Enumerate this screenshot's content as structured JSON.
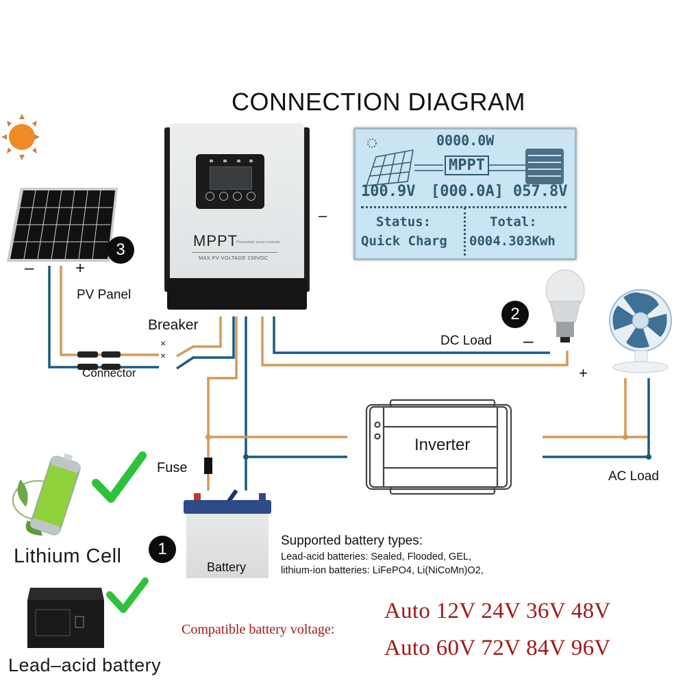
{
  "title": "CONNECTION DIAGRAM",
  "controller": {
    "brand": "MPPT",
    "subtitle": "Photovoltaic power controller",
    "max_voltage": "MAX PV VOLTAGE 230VDC"
  },
  "lcd": {
    "power": "0000.0W",
    "center": "MPPT",
    "pv_voltage": "100.9V",
    "current": "[000.0A]",
    "battery_voltage": "057.8V",
    "status_label": "Status:",
    "status_value": "Quick Charg",
    "total_label": "Total:",
    "total_value": "0004.303Kwh"
  },
  "components": {
    "pv_panel": "PV Panel",
    "breaker": "Breaker",
    "connector": "Connector",
    "dc_load": "DC Load",
    "inverter": "Inverter",
    "ac_load": "AC Load",
    "fuse": "Fuse",
    "battery": "Battery"
  },
  "polarity": {
    "minus": "–",
    "plus": "+"
  },
  "badges": [
    "1",
    "2",
    "3"
  ],
  "battery_types": {
    "lithium": "Lithium Cell",
    "lead_acid": "Lead–acid battery"
  },
  "supported": {
    "title": "Supported battery types:",
    "lines": [
      "Lead-acid batteries: Sealed, Flooded, GEL,",
      "lithium-ion batteries: LiFePO4, Li(NiCoMn)O2,"
    ]
  },
  "compatible": {
    "label": "Compatible battery voltage:",
    "lines": [
      "Auto 12V 24V 36V 48V",
      "Auto 60V 72V 84V 96V"
    ]
  },
  "colors": {
    "positive_wire": "#d39a55",
    "negative_wire": "#1b5a80",
    "check": "#2ec23a",
    "voltage_text": "#a01818",
    "sun": "#f08a24"
  }
}
